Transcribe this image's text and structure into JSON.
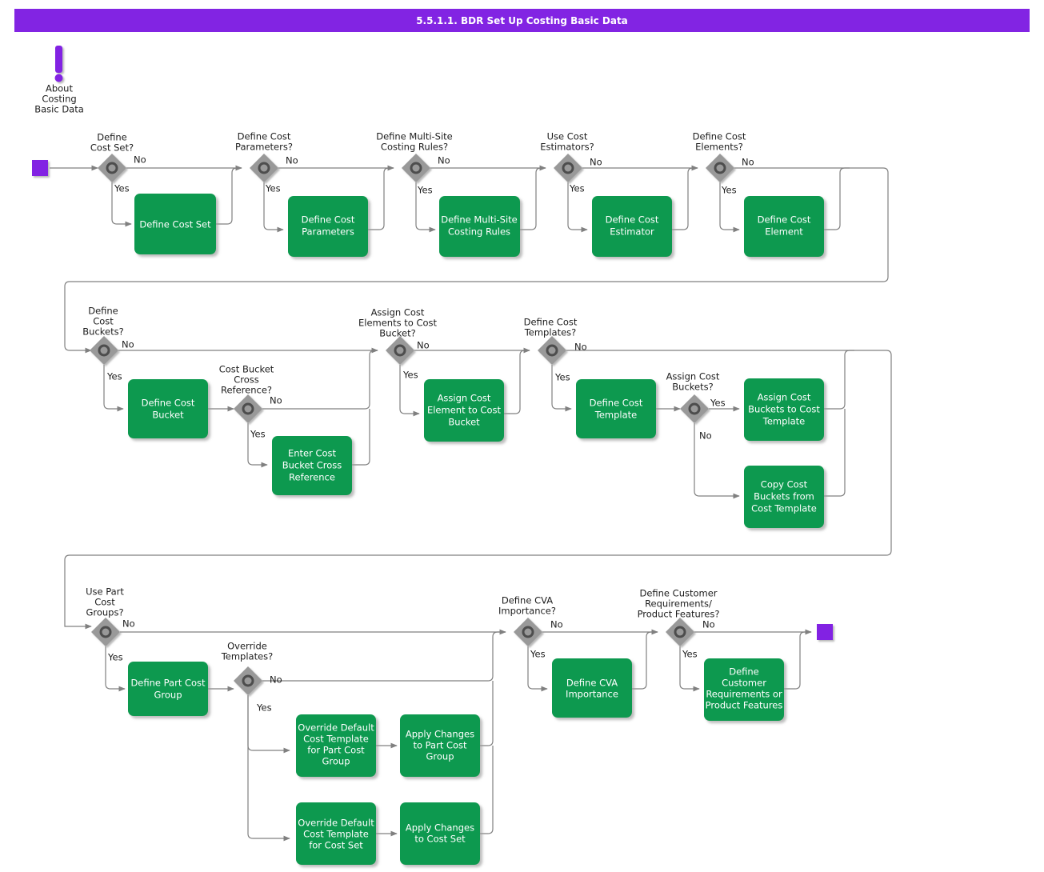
{
  "header": {
    "title": "5.5.1.1. BDR Set Up Costing Basic Data",
    "bar_color": "#8224e3",
    "text_color": "#ffffff"
  },
  "palette": {
    "process_fill": "#0f9950",
    "process_text": "#ffffff",
    "decision_fill": "#999999",
    "decision_stroke": "#4d4d4d",
    "terminator_fill": "#8224e3",
    "link_stroke": "#808080",
    "label_text": "#1c1c1c"
  },
  "annotation": {
    "icon": "exclamation-note-icon",
    "lines": [
      "About",
      "Costing",
      "Basic Data"
    ]
  },
  "terminators": {
    "start_label": "start-node",
    "end_label": "end-node"
  },
  "branch_labels": {
    "yes": "Yes",
    "no": "No"
  },
  "rows": [
    {
      "id": "row-1",
      "decisions": [
        {
          "id": "d-define-cost-set",
          "lines": [
            "Define",
            "Cost Set?"
          ],
          "yes": "Yes",
          "no": "No"
        },
        {
          "id": "d-define-cost-parameters",
          "lines": [
            "Define Cost",
            "Parameters?"
          ],
          "yes": "Yes",
          "no": "No"
        },
        {
          "id": "d-define-multi-site-costing-rules",
          "lines": [
            "Define Multi-Site",
            "Costing Rules?"
          ],
          "yes": "Yes",
          "no": "No"
        },
        {
          "id": "d-use-cost-estimators",
          "lines": [
            "Use Cost",
            "Estimators?"
          ],
          "yes": "Yes",
          "no": "No"
        },
        {
          "id": "d-define-cost-elements",
          "lines": [
            "Define Cost",
            "Elements?"
          ],
          "yes": "Yes",
          "no": "No"
        }
      ],
      "processes": [
        {
          "id": "p-define-cost-set",
          "lines": [
            "Define Cost Set"
          ]
        },
        {
          "id": "p-define-cost-parameters",
          "lines": [
            "Define Cost",
            "Parameters"
          ]
        },
        {
          "id": "p-define-multi-site-costing-rules",
          "lines": [
            "Define Multi-Site",
            "Costing Rules"
          ]
        },
        {
          "id": "p-define-cost-estimator",
          "lines": [
            "Define Cost",
            "Estimator"
          ]
        },
        {
          "id": "p-define-cost-element",
          "lines": [
            "Define Cost",
            "Element"
          ]
        }
      ]
    },
    {
      "id": "row-2",
      "decisions": [
        {
          "id": "d-define-cost-buckets",
          "lines": [
            "Define",
            "Cost",
            "Buckets?"
          ],
          "yes": "Yes",
          "no": "No"
        },
        {
          "id": "d-cost-bucket-cross-reference",
          "lines": [
            "Cost Bucket",
            "Cross",
            "Reference?"
          ],
          "yes": "Yes",
          "no": "No"
        },
        {
          "id": "d-assign-cost-elements-to-cost-bucket",
          "lines": [
            "Assign Cost",
            "Elements to Cost",
            "Bucket?"
          ],
          "yes": "Yes",
          "no": "No"
        },
        {
          "id": "d-define-cost-templates",
          "lines": [
            "Define Cost",
            "Templates?"
          ],
          "yes": "Yes",
          "no": "No"
        },
        {
          "id": "d-assign-cost-buckets",
          "lines": [
            "Assign Cost",
            "Buckets?"
          ],
          "yes": "Yes",
          "no": "No"
        }
      ],
      "processes": [
        {
          "id": "p-define-cost-bucket",
          "lines": [
            "Define Cost",
            "Bucket"
          ]
        },
        {
          "id": "p-enter-cost-bucket-cross-reference",
          "lines": [
            "Enter Cost",
            "Bucket Cross",
            "Reference"
          ]
        },
        {
          "id": "p-assign-cost-element-to-cost-bucket",
          "lines": [
            "Assign Cost",
            "Element to Cost",
            "Bucket"
          ]
        },
        {
          "id": "p-define-cost-template",
          "lines": [
            "Define Cost",
            "Template"
          ]
        },
        {
          "id": "p-assign-cost-buckets-to-cost-template",
          "lines": [
            "Assign Cost",
            "Buckets to Cost",
            "Template"
          ]
        },
        {
          "id": "p-copy-cost-buckets-from-cost-template",
          "lines": [
            "Copy Cost",
            "Buckets from",
            "Cost Template"
          ]
        }
      ]
    },
    {
      "id": "row-3",
      "decisions": [
        {
          "id": "d-use-part-cost-groups",
          "lines": [
            "Use Part",
            "Cost",
            "Groups?"
          ],
          "yes": "Yes",
          "no": "No"
        },
        {
          "id": "d-override-templates",
          "lines": [
            "Override",
            "Templates?"
          ],
          "yes": "Yes",
          "no": "No"
        },
        {
          "id": "d-define-cva-importance",
          "lines": [
            "Define CVA",
            "Importance?"
          ],
          "yes": "Yes",
          "no": "No"
        },
        {
          "id": "d-define-customer-requirements",
          "lines": [
            "Define Customer",
            "Requirements/",
            "Product Features?"
          ],
          "yes": "Yes",
          "no": "No"
        }
      ],
      "processes": [
        {
          "id": "p-define-part-cost-group",
          "lines": [
            "Define Part Cost",
            "Group"
          ]
        },
        {
          "id": "p-override-default-cost-template-for-part-cost-group",
          "lines": [
            "Override Default",
            "Cost Template",
            "for Part Cost",
            "Group"
          ]
        },
        {
          "id": "p-apply-changes-to-part-cost-group",
          "lines": [
            "Apply Changes",
            "to Part Cost",
            "Group"
          ]
        },
        {
          "id": "p-override-default-cost-template-for-cost-set",
          "lines": [
            "Override Default",
            "Cost Template",
            "for Cost Set"
          ]
        },
        {
          "id": "p-apply-changes-to-cost-set",
          "lines": [
            "Apply Changes",
            "to Cost Set"
          ]
        },
        {
          "id": "p-define-cva-importance",
          "lines": [
            "Define CVA",
            "Importance"
          ]
        },
        {
          "id": "p-define-customer-requirements-or-product-features",
          "lines": [
            "Define",
            "Customer",
            "Requirements or",
            "Product Features"
          ]
        }
      ]
    }
  ]
}
